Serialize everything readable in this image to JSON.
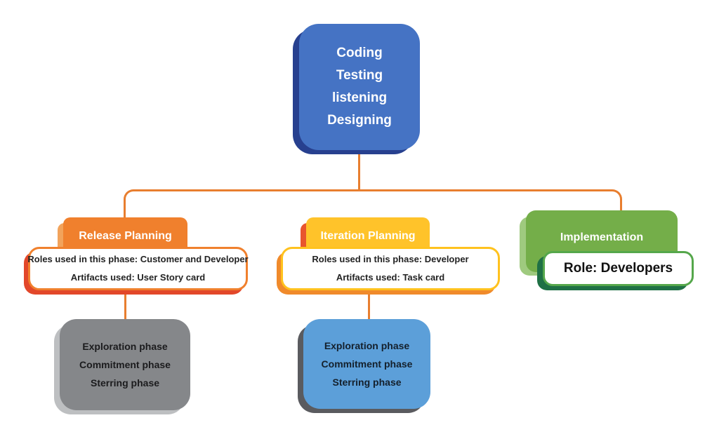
{
  "root_node": {
    "lines": [
      "Coding",
      "Testing",
      "listening",
      "Designing"
    ]
  },
  "branches": {
    "release": {
      "title": "Release Planning",
      "detail_lines": [
        "Roles used in this phase: Customer and Developer",
        "Artifacts used: User Story card"
      ],
      "phases": [
        "Exploration phase",
        "Commitment phase",
        "Sterring phase"
      ]
    },
    "iteration": {
      "title": "Iteration Planning",
      "detail_lines": [
        "Roles used in this phase: Developer",
        "Artifacts used: Task card"
      ],
      "phases": [
        "Exploration phase",
        "Commitment phase",
        "Sterring phase"
      ]
    },
    "implementation": {
      "title": "Implementation",
      "detail_lines": [
        "Role: Developers"
      ]
    }
  },
  "colors": {
    "root_fill": "#4573c4",
    "root_shadow": "#27408f",
    "connector": "#e87e2f",
    "release_fill": "#f0802d",
    "release_accent": "#f2a35b",
    "release_detail_shadow": "#e2472a",
    "iteration_fill": "#ffc32a",
    "iteration_accent": "#e8552e",
    "iteration_detail_shadow": "#f08a2b",
    "implementation_fill": "#74ae49",
    "implementation_accent": "#9fca7f",
    "implementation_detail_shadow": "#1f7045",
    "gray_phase_fill": "#85878a",
    "gray_phase_shadow": "#bdbfc1",
    "blue_phase_fill": "#5c9fd9",
    "blue_phase_shadow": "#5a5b5f",
    "header_text": "#ffffff",
    "detail_text": "#232323"
  }
}
